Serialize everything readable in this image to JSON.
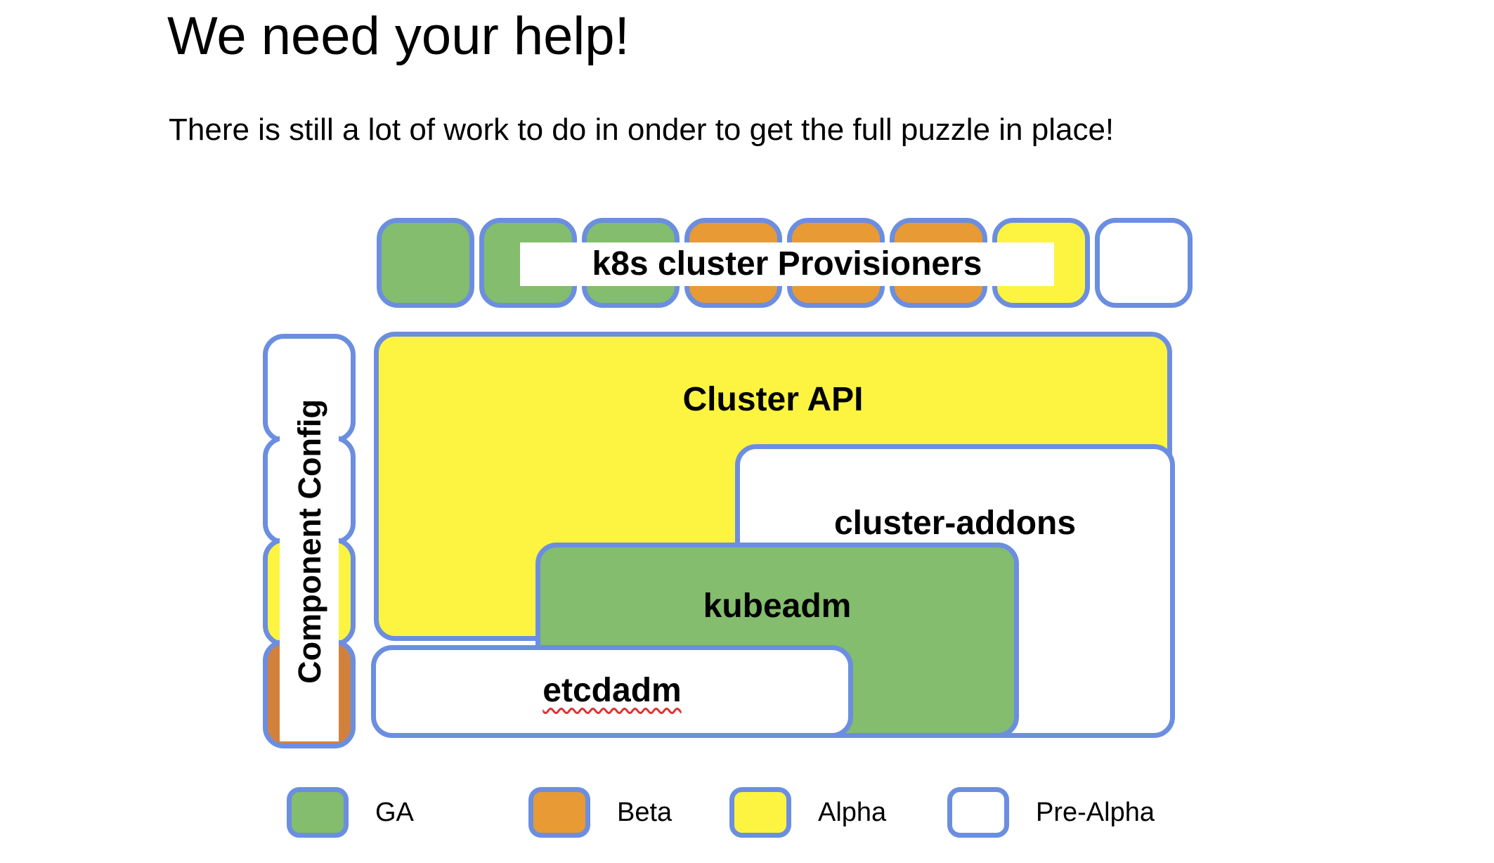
{
  "slide": {
    "title": "We need your help!",
    "subtitle": "There is still a lot of work to do in onder to get the full puzzle in place!"
  },
  "colors": {
    "border_blue": "#6b8ee0",
    "ga_green": "#83bd6d",
    "beta_orange": "#e89a35",
    "beta_orange_deep": "#d2813c",
    "alpha_yellow": "#fcf441",
    "pre_alpha_white": "#ffffff",
    "spellcheck_red": "#e03030"
  },
  "provisioners": {
    "banner_label": "k8s cluster Provisioners",
    "cells": [
      {
        "name": "provisioner-cell-1",
        "status": "GA",
        "color": "#83bd6d"
      },
      {
        "name": "provisioner-cell-2",
        "status": "GA",
        "color": "#83bd6d"
      },
      {
        "name": "provisioner-cell-3",
        "status": "GA",
        "color": "#83bd6d"
      },
      {
        "name": "provisioner-cell-4",
        "status": "Beta",
        "color": "#e89a35"
      },
      {
        "name": "provisioner-cell-5",
        "status": "Beta",
        "color": "#e89a35"
      },
      {
        "name": "provisioner-cell-6",
        "status": "Beta",
        "color": "#e89a35"
      },
      {
        "name": "provisioner-cell-7",
        "status": "Alpha",
        "color": "#fcf441"
      },
      {
        "name": "provisioner-cell-8",
        "status": "Pre-Alpha",
        "color": "#ffffff"
      }
    ]
  },
  "component_config": {
    "label": "Component Config",
    "cells": [
      {
        "name": "component-config-cell-1",
        "status": "Pre-Alpha",
        "color": "#ffffff"
      },
      {
        "name": "component-config-cell-2",
        "status": "Pre-Alpha",
        "color": "#ffffff"
      },
      {
        "name": "component-config-cell-3",
        "status": "Alpha",
        "color": "#fcf441"
      },
      {
        "name": "component-config-cell-4",
        "status": "Beta",
        "color": "#d2813c"
      }
    ]
  },
  "stack": {
    "cluster_api": {
      "label": "Cluster API",
      "status": "Alpha",
      "color": "#fcf441"
    },
    "cluster_addons": {
      "label": "cluster-addons",
      "status": "Pre-Alpha",
      "color": "#ffffff"
    },
    "kubeadm": {
      "label": "kubeadm",
      "status": "GA",
      "color": "#83bd6d"
    },
    "etcdadm": {
      "label": "etcdadm",
      "status": "Pre-Alpha",
      "color": "#ffffff",
      "spellcheck_underline": true
    }
  },
  "legend": {
    "items": [
      {
        "label": "GA",
        "color": "#83bd6d"
      },
      {
        "label": "Beta",
        "color": "#e89a35"
      },
      {
        "label": "Alpha",
        "color": "#fcf441"
      },
      {
        "label": "Pre-Alpha",
        "color": "#ffffff"
      }
    ]
  }
}
